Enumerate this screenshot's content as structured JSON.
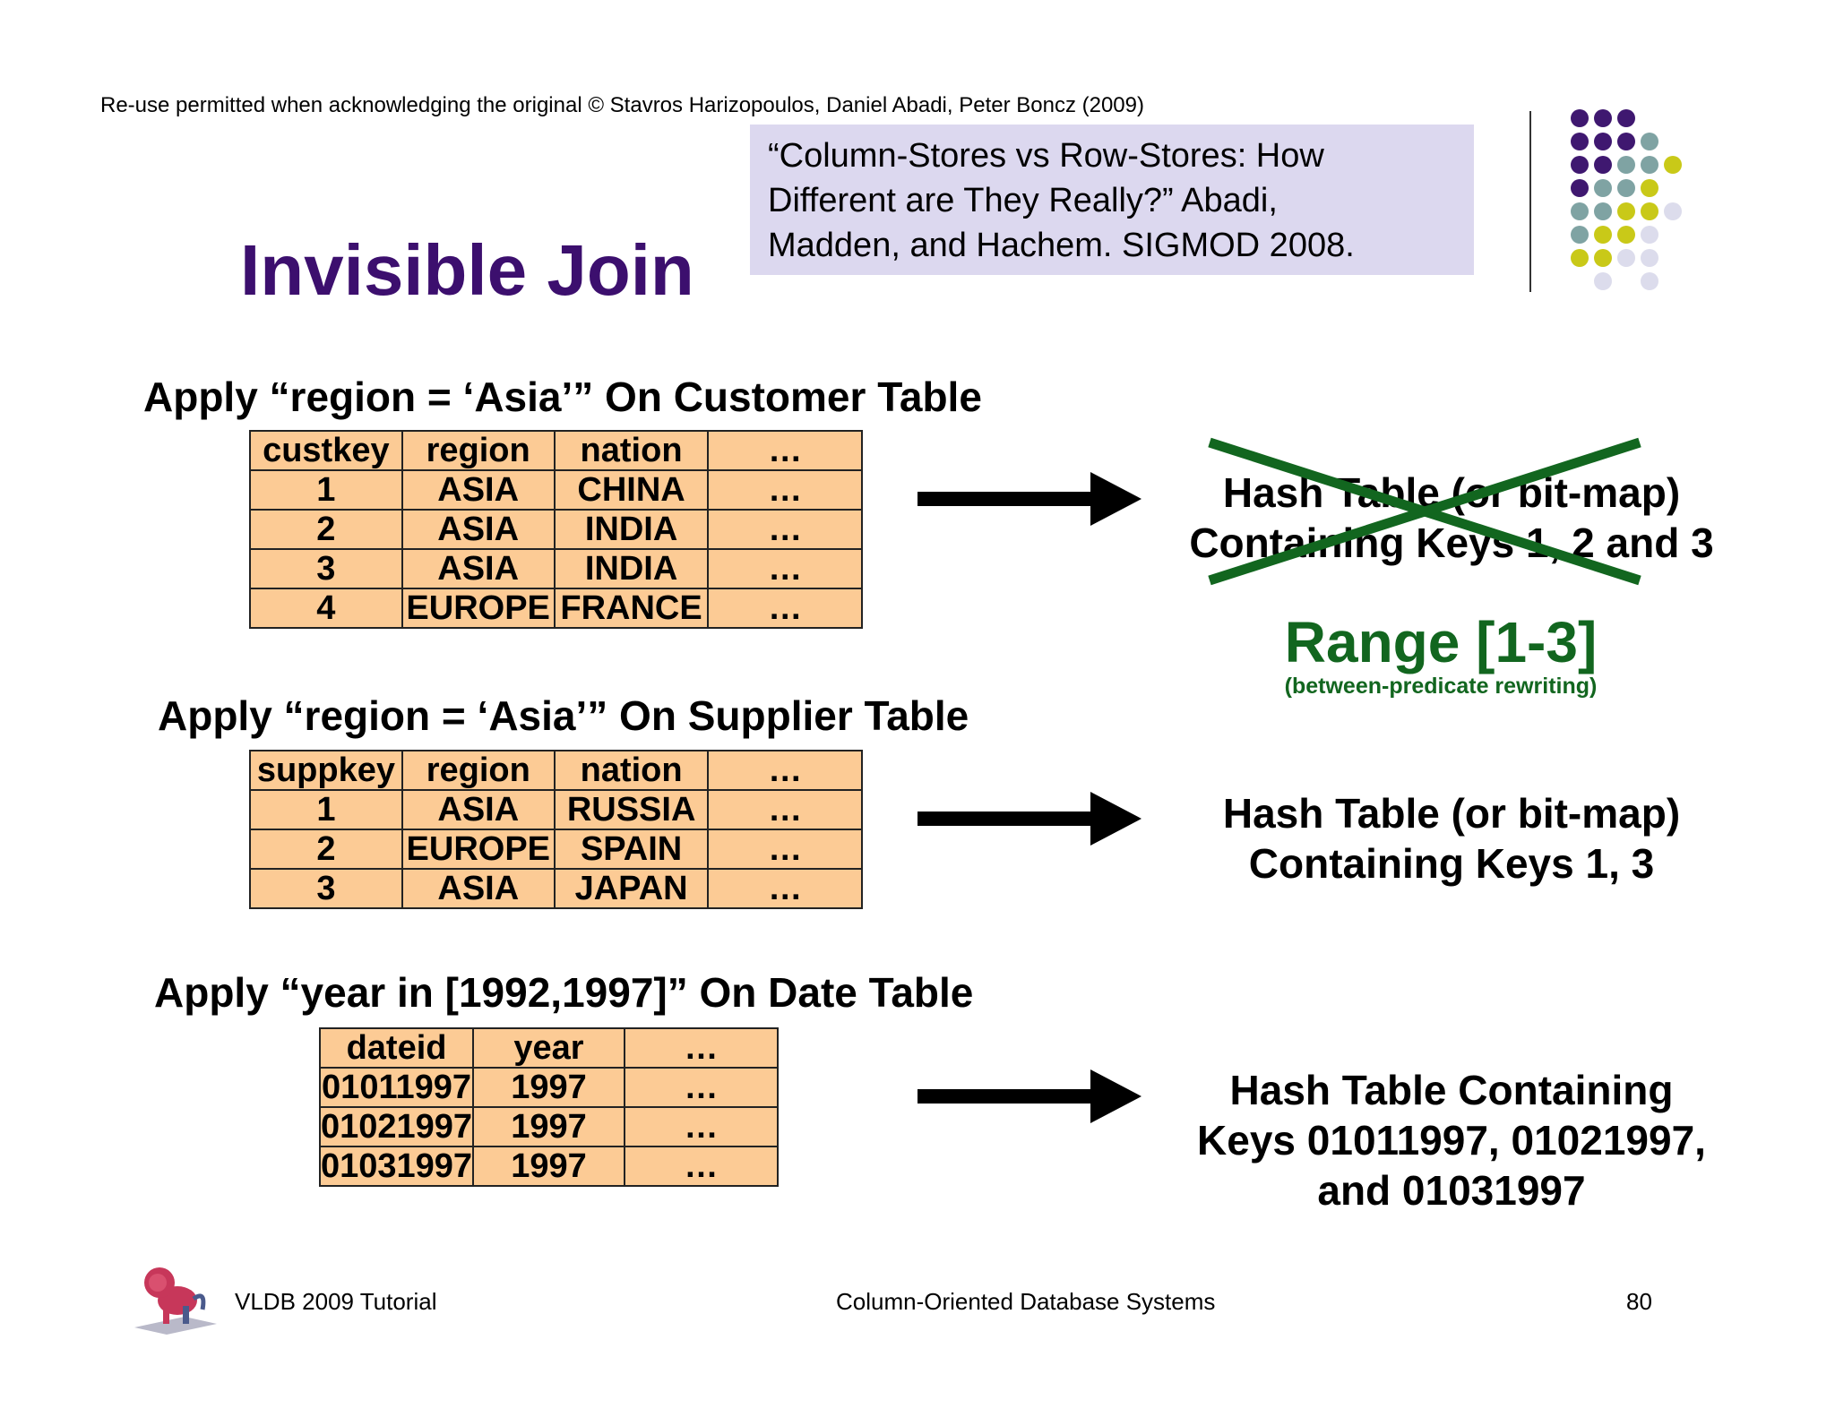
{
  "copyright": "Re-use permitted when acknowledging the original © Stavros Harizopoulos, Daniel Abadi, Peter Boncz (2009)",
  "reference": {
    "line1": "“Column-Stores vs Row-Stores: How",
    "line2": "Different are They Really?” Abadi,",
    "line3": "Madden, and Hachem. SIGMOD 2008."
  },
  "title": "Invisible Join",
  "colors": {
    "title": "#3c0f6e",
    "table_fill": "#fccb95",
    "green": "#12661f",
    "ref_box": "#dcd8ef"
  },
  "sections": [
    {
      "heading": "Apply “region = ‘Asia’” On Customer Table",
      "columns": [
        "custkey",
        "region",
        "nation",
        "…"
      ],
      "rows": [
        [
          "1",
          "ASIA",
          "CHINA",
          "…"
        ],
        [
          "2",
          "ASIA",
          "INDIA",
          "…"
        ],
        [
          "3",
          "ASIA",
          "INDIA",
          "…"
        ],
        [
          "4",
          "EUROPE",
          "FRANCE",
          "…"
        ]
      ],
      "result_line1": "Hash Table (or bit-map)",
      "result_line2": "Containing Keys 1, 2 and 3",
      "range": "Range [1-3]",
      "range_note": "(between-predicate rewriting)"
    },
    {
      "heading": "Apply “region = ‘Asia’” On Supplier Table",
      "columns": [
        "suppkey",
        "region",
        "nation",
        "…"
      ],
      "rows": [
        [
          "1",
          "ASIA",
          "RUSSIA",
          "…"
        ],
        [
          "2",
          "EUROPE",
          "SPAIN",
          "…"
        ],
        [
          "3",
          "ASIA",
          "JAPAN",
          "…"
        ]
      ],
      "result_line1": "Hash Table (or bit-map)",
      "result_line2": "Containing Keys 1, 3"
    },
    {
      "heading": "Apply “year in [1992,1997]” On Date Table",
      "columns": [
        "dateid",
        "year",
        "…"
      ],
      "rows": [
        [
          "01011997",
          "1997",
          "…"
        ],
        [
          "01021997",
          "1997",
          "…"
        ],
        [
          "01031997",
          "1997",
          "…"
        ]
      ],
      "result_line1": "Hash Table Containing",
      "result_line2": "Keys 01011997, 01021997,",
      "result_line3": "and 01031997"
    }
  ],
  "footer": {
    "left": "VLDB 2009 Tutorial",
    "center": "Column-Oriented Database Systems",
    "page": "80"
  }
}
